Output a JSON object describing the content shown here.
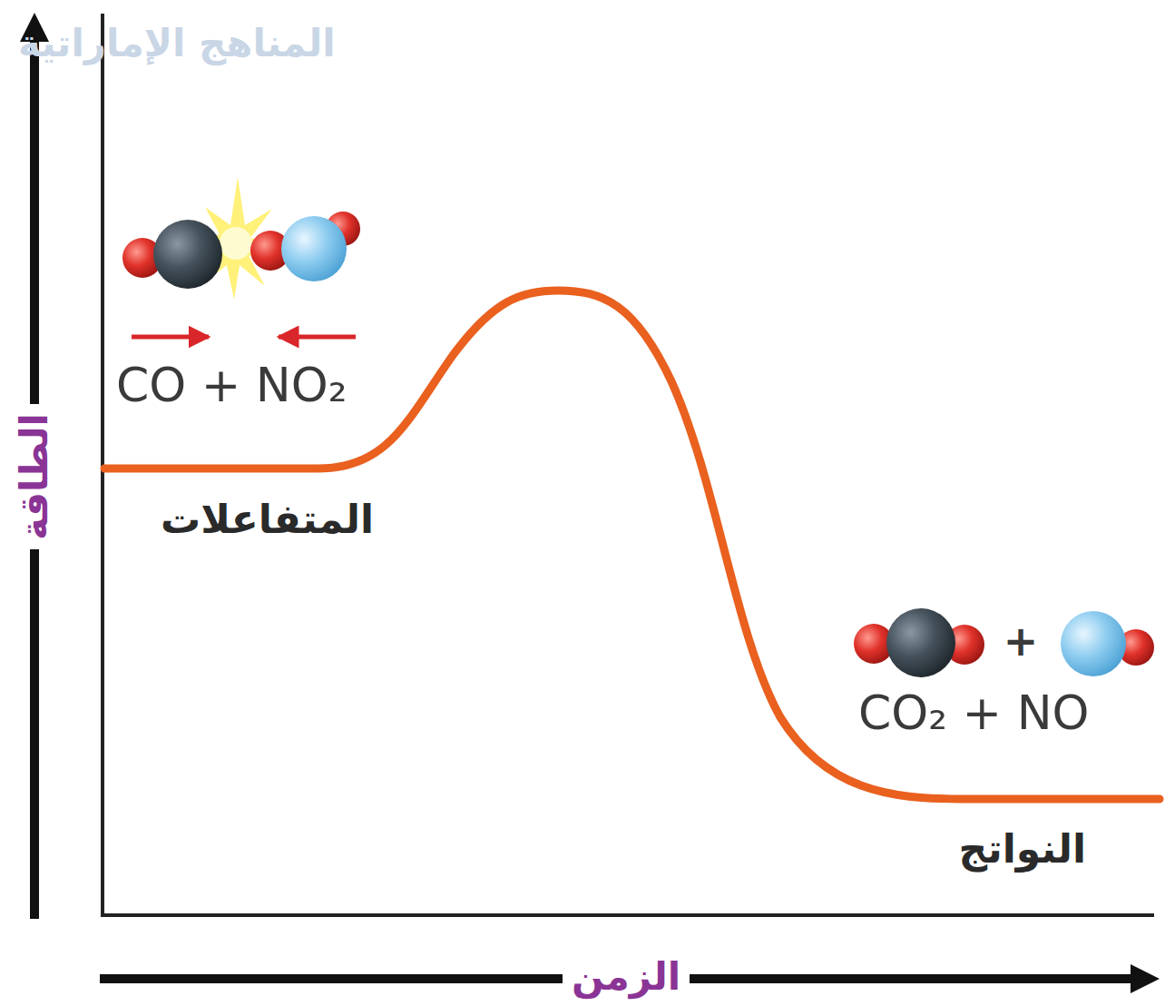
{
  "diagram": {
    "labels": [
      "المناهج الإماراتية",
      "CO + NO₂",
      "المتفاعلات",
      "CO₂ + NO",
      "+",
      "النواتج",
      "الطاقة",
      "الزمن"
    ]
  }
}
